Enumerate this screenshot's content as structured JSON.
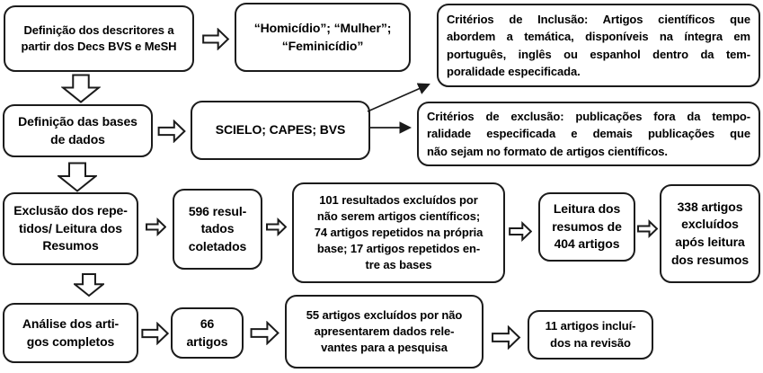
{
  "colors": {
    "background": "#ffffff",
    "box_border": "#1b1b1b",
    "box_fill": "#ffffff",
    "text": "#000000",
    "arrow_outline": "#1b1b1b",
    "arrow_fill": "#ffffff"
  },
  "flowchart": {
    "boxes": {
      "descriptors": {
        "lines": [
          "Definição dos descritores a",
          "partir dos Decs BVS e MeSH"
        ]
      },
      "keywords": {
        "lines": [
          "“Homicídio”; “Mulher”;",
          "“Feminicídio”"
        ]
      },
      "inclusion": {
        "lines": [
          "Critérios de Inclusão: Artigos científicos que",
          "abordem a temática, disponíveis na íntegra em",
          "português, inglês ou espanhol dentro da tem-",
          "poralidade especificada."
        ]
      },
      "databases_definition": {
        "lines": [
          "Definição das bases",
          "de dados"
        ]
      },
      "databases": {
        "lines": [
          "SCIELO; CAPES; BVS"
        ]
      },
      "exclusion": {
        "lines": [
          "Critérios de exclusão: publicações fora da tempo-",
          "ralidade especificada e demais publicações que",
          "não sejam no formato de artigos científicos."
        ]
      },
      "duplicates": {
        "lines": [
          "Exclusão dos repe-",
          "tidos/ Leitura dos",
          "Resumos"
        ]
      },
      "collected": {
        "lines": [
          "596 resul-",
          "tados",
          "coletados"
        ]
      },
      "excluded_101": {
        "lines": [
          "101 resultados excluídos por",
          "não serem artigos científicos;",
          "74 artigos repetidos na própria",
          "base; 17 artigos repetidos en-",
          "tre as bases"
        ]
      },
      "abstract_reading": {
        "lines": [
          "Leitura dos",
          "resumos de",
          "404 artigos"
        ]
      },
      "excluded_338": {
        "lines": [
          "338 artigos",
          "excluídos",
          "após leitura",
          "dos resumos"
        ]
      },
      "fulltext_analysis": {
        "lines": [
          "Análise dos arti-",
          "gos completos"
        ]
      },
      "count_66": {
        "lines": [
          "66",
          "artigos"
        ]
      },
      "excluded_55": {
        "lines": [
          "55 artigos excluídos por não",
          "apresentarem dados rele-",
          "vantes para a pesquisa"
        ]
      },
      "included_11": {
        "lines": [
          "11 artigos incluí-",
          "dos na revisão"
        ]
      }
    }
  }
}
